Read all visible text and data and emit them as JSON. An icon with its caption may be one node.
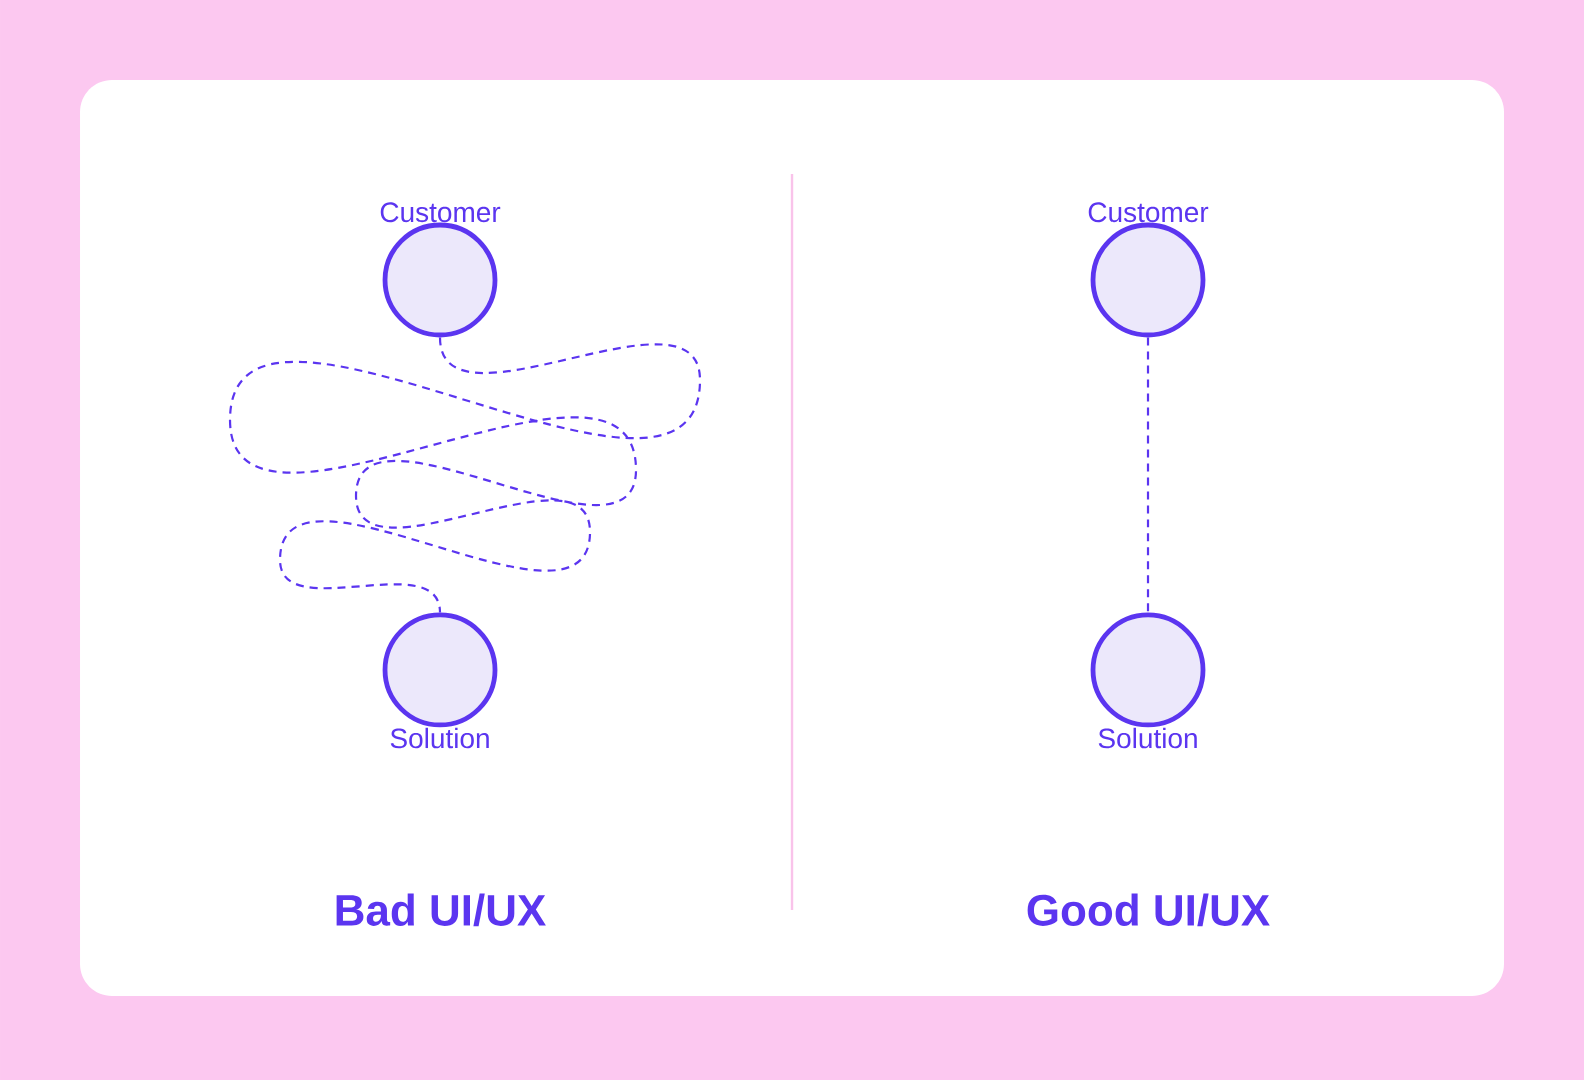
{
  "diagram": {
    "nodes": [
      {
        "text": [
          "Customer"
        ]
      },
      {
        "text": [
          "Solution"
        ]
      },
      {
        "text": [
          "Customer"
        ]
      },
      {
        "text": [
          "Solution"
        ]
      }
    ],
    "edges": [
      {
        "from": 0,
        "to": 1,
        "arrow": "none",
        "style": "dashed"
      },
      {
        "from": 2,
        "to": 3,
        "arrow": "none",
        "style": "dashed"
      }
    ],
    "labels": [
      "Bad UI/UX",
      "Good UI/UX"
    ]
  }
}
